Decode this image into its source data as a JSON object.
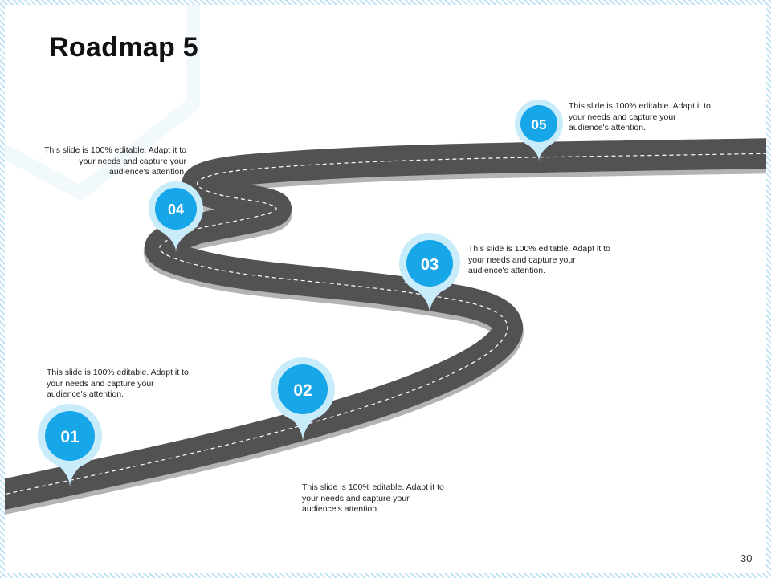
{
  "slide": {
    "title": "Roadmap 5",
    "page_number": "30"
  },
  "colors": {
    "road": "#525252",
    "road_edge": "#b3b3b3",
    "pin": "#17a6e8",
    "pin_halo": "#c9ecfb",
    "accent": "#29aee6"
  },
  "milestones": [
    {
      "number": "01",
      "text": "This slide is 100% editable. Adapt it to your needs and capture your audience's attention."
    },
    {
      "number": "02",
      "text": "This slide is 100% editable. Adapt it to your needs and capture your audience's attention."
    },
    {
      "number": "03",
      "text": "This slide is 100% editable. Adapt it to your needs and capture your audience's attention."
    },
    {
      "number": "04",
      "text": "This slide is 100% editable. Adapt it to your needs and capture your audience's attention."
    },
    {
      "number": "05",
      "text": "This slide is 100% editable. Adapt it to your needs and capture your audience's attention."
    }
  ]
}
